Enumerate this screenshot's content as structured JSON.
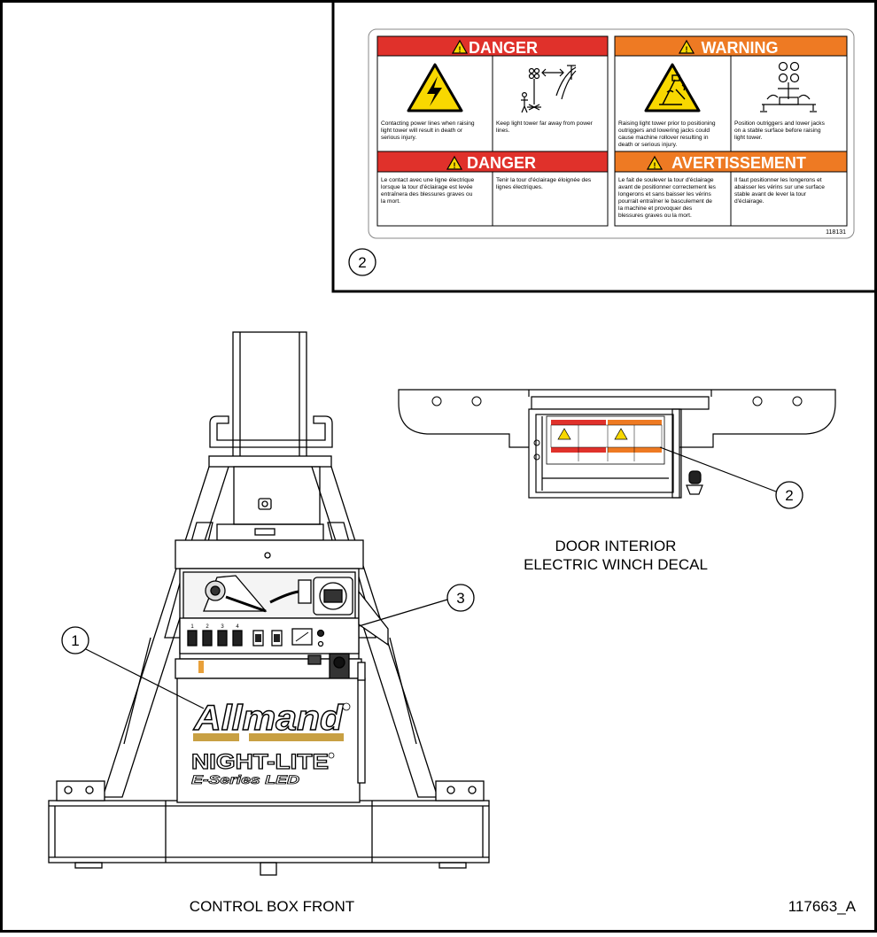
{
  "decal": {
    "danger_header": "DANGER",
    "warning_header": "WARNING",
    "danger_fr_header": "DANGER",
    "avertissement_header": "AVERTISSEMENT",
    "panels": [
      [
        "Contacting power lines when raising",
        "light tower will result in death or",
        "serious injury."
      ],
      [
        "Keep light tower far away from power",
        "lines."
      ],
      [
        "Raising light tower prior to positioning",
        "outriggers and lowering jacks could",
        "cause machine rollover resulting in",
        "death or serious injury."
      ],
      [
        "Position outriggers and lower jacks",
        "on a stable surface before raising",
        "light tower."
      ],
      [
        "Le contact avec une ligne électrique",
        "lorsque la tour d'éclairage est levée",
        "entraînera des blessures graves ou",
        "la mort."
      ],
      [
        "Tenir la tour d'éclairage éloignée des",
        "lignes électriques."
      ],
      [
        "Le fait de soulever la tour d'éclairage",
        "avant de positionner correctement les",
        "longerons et sans baisser les vérins",
        "pourrait entraîner le basculement de",
        "la machine et provoquer des",
        "blessures graves ou la mort."
      ],
      [
        "Il faut positionner les longerons et",
        "abaisser les vérins sur une surface",
        "stable avant de lever la tour",
        "d'éclairage."
      ]
    ],
    "part_number": "118131"
  },
  "callouts": {
    "c1": "1",
    "c2_inset": "2",
    "c2_door": "2",
    "c3": "3"
  },
  "labels": {
    "door_line1": "DOOR INTERIOR",
    "door_line2": "ELECTRIC WINCH DECAL",
    "control_box": "CONTROL BOX FRONT",
    "drawing_number": "117663_A"
  },
  "brand": {
    "logo": "Allmand",
    "product": "NIGHT-LITE",
    "series": "E-Series LED"
  },
  "switch_labels": [
    "1",
    "2",
    "3",
    "4"
  ],
  "colors": {
    "danger_red": "#e0312b",
    "warning_orange": "#ee7a23",
    "hazard_yellow": "#f8d800",
    "brand_gold": "#c8a043"
  }
}
